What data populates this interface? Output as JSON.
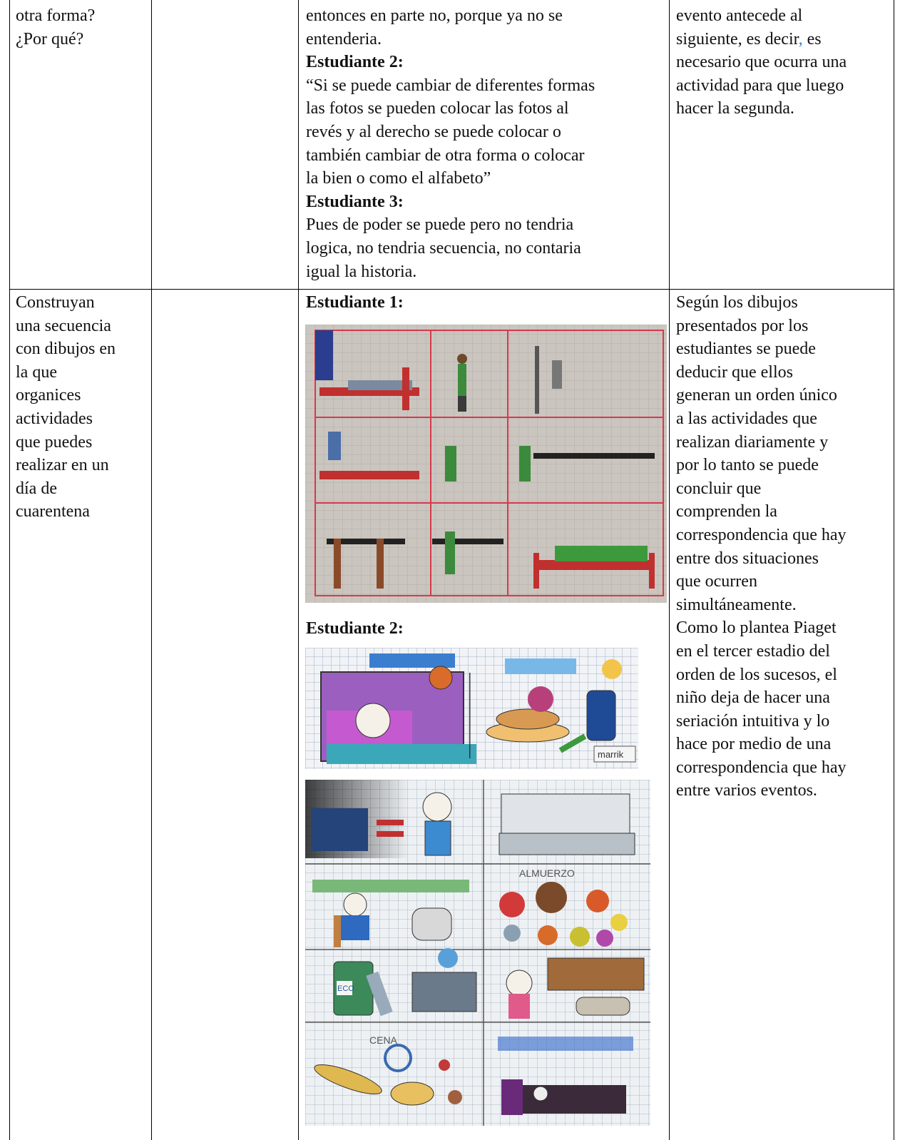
{
  "row1": {
    "col1": [
      "otra forma?",
      "¿Por qué?"
    ],
    "col3": {
      "line0": "entonces en parte no, porque ya no se",
      "line1": "entenderia.",
      "s2_label": "Estudiante 2:",
      "s2_lines": [
        "“Si se puede cambiar de diferentes formas",
        "las fotos se pueden colocar las fotos al",
        "revés y al derecho se puede colocar o",
        "también cambiar de otra forma o colocar",
        "la bien o como el alfabeto”"
      ],
      "s3_label": "Estudiante 3:",
      "s3_lines": [
        "Pues de poder se puede pero no tendria",
        "logica, no tendria secuencia, no contaria",
        "igual la historia."
      ]
    },
    "col4": {
      "line0": "evento antecede al",
      "line1_pre": "siguiente, es decir",
      "line1_link": ",",
      "line1_post": " es",
      "rest": [
        "necesario que ocurra una",
        "actividad para que luego",
        "hacer la segunda."
      ]
    }
  },
  "row2": {
    "col1": [
      "Construyan",
      "una secuencia",
      "con dibujos en",
      "la que",
      "organices",
      "actividades",
      "que puedes",
      "realizar en un",
      "día de",
      "cuarentena"
    ],
    "col3": {
      "s1_label": "Estudiante 1:",
      "s2_label": "Estudiante 2:",
      "drawing2a_signature": "marrik",
      "drawing2b_labels": [
        "ALMUERZO",
        "CENA",
        "ECO"
      ]
    },
    "col4": [
      "Según los dibujos",
      "presentados por los",
      "estudiantes se puede",
      "deducir que ellos",
      "generan un orden único",
      "a las actividades que",
      "realizan diariamente y",
      "por lo tanto se puede",
      "concluir que",
      "comprenden la",
      "correspondencia que hay",
      "entre dos situaciones",
      "que ocurren",
      "simultáneamente.",
      "Como lo plantea Piaget",
      "en el tercer estadio del",
      "orden de los sucesos, el",
      "niño deja de hacer una",
      "seriación intuitiva y lo",
      "hace por medio de una",
      "correspondencia que hay",
      "entre varios eventos."
    ]
  }
}
